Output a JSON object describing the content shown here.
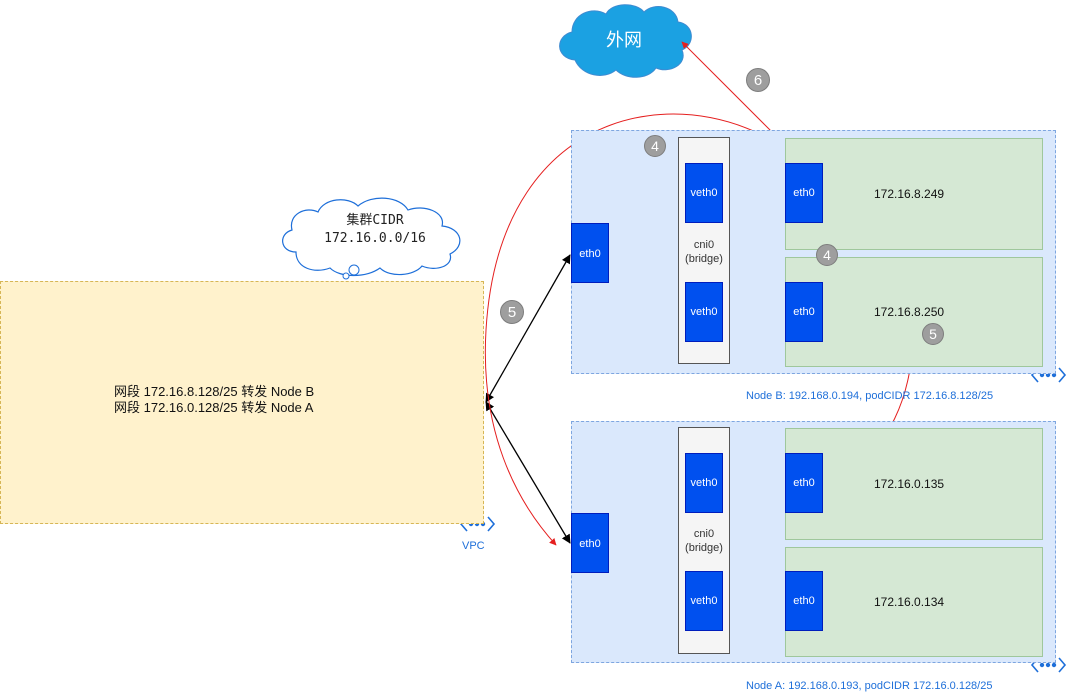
{
  "internet": {
    "label": "外网"
  },
  "cluster_cidr": {
    "line1": "集群CIDR",
    "line2": "172.16.0.0/16"
  },
  "vpc": {
    "label": "VPC",
    "routes": [
      "网段 172.16.8.128/25 转发 Node B",
      "网段 172.16.0.128/25 转发 Node A"
    ]
  },
  "node_b": {
    "caption": "Node B: 192.168.0.194, podCIDR 172.16.8.128/25",
    "eth0": "eth0",
    "bridge": {
      "line1": "cni0",
      "line2": "(bridge)"
    },
    "pods": [
      {
        "ip": "172.16.8.249",
        "veth": "veth0",
        "eth": "eth0"
      },
      {
        "ip": "172.16.8.250",
        "veth": "veth0",
        "eth": "eth0"
      }
    ]
  },
  "node_a": {
    "caption": "Node A: 192.168.0.193, podCIDR 172.16.0.128/25",
    "eth0": "eth0",
    "bridge": {
      "line1": "cni0",
      "line2": "(bridge)"
    },
    "pods": [
      {
        "ip": "172.16.0.135",
        "veth": "veth0",
        "eth": "eth0"
      },
      {
        "ip": "172.16.0.134",
        "veth": "veth0",
        "eth": "eth0"
      }
    ]
  },
  "steps": {
    "s4a": "4",
    "s4b": "4",
    "s5a": "5",
    "s5b": "5",
    "s6": "6"
  },
  "colors": {
    "path": "#e51f1f",
    "link": "#000000",
    "accent": "#1e6fd9"
  }
}
